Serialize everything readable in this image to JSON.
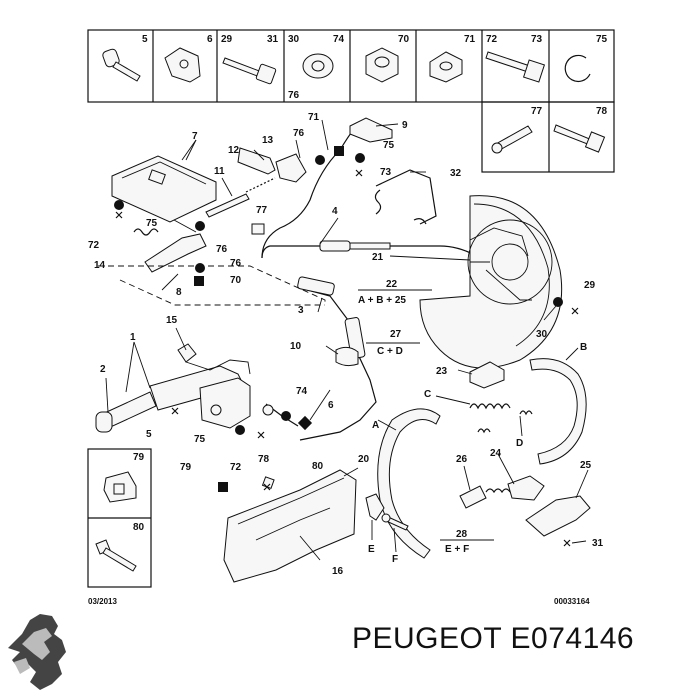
{
  "brand": {
    "name": "PEUGEOT",
    "part_number": "E074146"
  },
  "diagram": {
    "date_code": "03/2013",
    "ref_number": "00033164",
    "header_boxes": [
      {
        "labels": [
          "5"
        ]
      },
      {
        "labels": [
          "6"
        ]
      },
      {
        "labels": [
          "29",
          "31"
        ]
      },
      {
        "labels": [
          "30",
          "74",
          "76"
        ]
      },
      {
        "labels": [
          "70"
        ]
      },
      {
        "labels": [
          "71"
        ]
      },
      {
        "labels": [
          "72",
          "73"
        ]
      },
      {
        "labels": [
          "75"
        ]
      }
    ],
    "header_boxes_row2": [
      {
        "labels": [
          "77"
        ]
      },
      {
        "labels": [
          "78"
        ]
      }
    ],
    "side_boxes": [
      {
        "labels": [
          "79"
        ]
      },
      {
        "labels": [
          "80"
        ]
      }
    ],
    "callouts": [
      "7",
      "71",
      "9",
      "12",
      "13",
      "76",
      "75",
      "73",
      "32",
      "11",
      "77",
      "75",
      "76",
      "72",
      "14",
      "4",
      "8",
      "76",
      "70",
      "21",
      "22",
      "29",
      "3",
      "30",
      "27",
      "15",
      "10",
      "1",
      "23",
      "B",
      "2",
      "74",
      "C",
      "5",
      "6",
      "75",
      "72",
      "D",
      "79",
      "78",
      "80",
      "20",
      "26",
      "24",
      "25",
      "E",
      "28",
      "F",
      "31",
      "16",
      "A"
    ],
    "formulas": [
      {
        "id": "22",
        "text": "A + B + 25"
      },
      {
        "id": "27",
        "text": "C + D"
      },
      {
        "id": "28",
        "text": "E + F"
      }
    ]
  }
}
